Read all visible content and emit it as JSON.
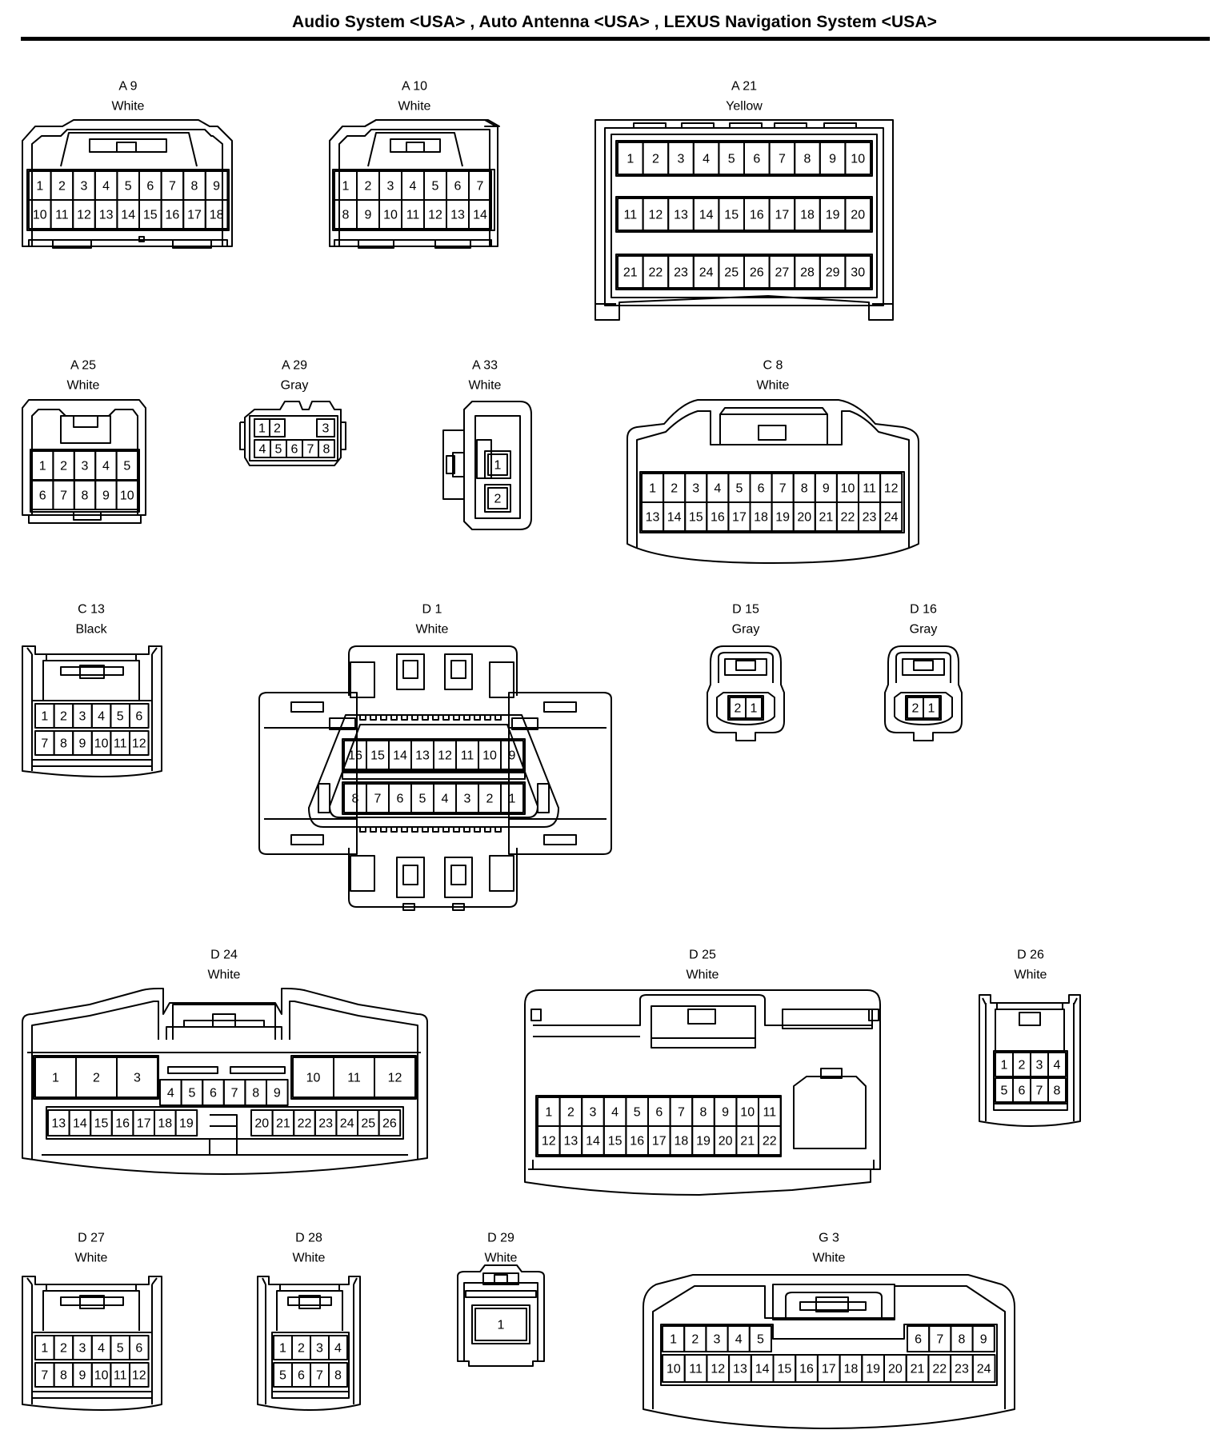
{
  "header": {
    "title": "Audio System <USA> , Auto Antenna <USA> , LEXUS Navigation System <USA>"
  },
  "connectors": {
    "A9": {
      "id": "A 9",
      "color": "White",
      "rows": [
        [
          "1",
          "2",
          "3",
          "4",
          "5",
          "6",
          "7",
          "8",
          "9"
        ],
        [
          "10",
          "11",
          "12",
          "13",
          "14",
          "15",
          "16",
          "17",
          "18"
        ]
      ]
    },
    "A10": {
      "id": "A 10",
      "color": "White",
      "rows": [
        [
          "1",
          "2",
          "3",
          "4",
          "5",
          "6",
          "7"
        ],
        [
          "8",
          "9",
          "10",
          "11",
          "12",
          "13",
          "14"
        ]
      ]
    },
    "A21": {
      "id": "A 21",
      "color": "Yellow",
      "rows": [
        [
          "1",
          "2",
          "3",
          "4",
          "5",
          "6",
          "7",
          "8",
          "9",
          "10"
        ],
        [
          "11",
          "12",
          "13",
          "14",
          "15",
          "16",
          "17",
          "18",
          "19",
          "20"
        ],
        [
          "21",
          "22",
          "23",
          "24",
          "25",
          "26",
          "27",
          "28",
          "29",
          "30"
        ]
      ]
    },
    "A25": {
      "id": "A 25",
      "color": "White",
      "rows": [
        [
          "1",
          "2",
          "3",
          "4",
          "5"
        ],
        [
          "6",
          "7",
          "8",
          "9",
          "10"
        ]
      ]
    },
    "A29": {
      "id": "A 29",
      "color": "Gray",
      "rows": [
        [
          "1",
          "2",
          "3"
        ],
        [
          "4",
          "5",
          "6",
          "7",
          "8"
        ]
      ]
    },
    "A33": {
      "id": "A 33",
      "color": "White",
      "rows": [
        [
          "1"
        ],
        [
          "2"
        ]
      ]
    },
    "C8": {
      "id": "C 8",
      "color": "White",
      "rows": [
        [
          "1",
          "2",
          "3",
          "4",
          "5",
          "6",
          "7",
          "8",
          "9",
          "10",
          "11",
          "12"
        ],
        [
          "13",
          "14",
          "15",
          "16",
          "17",
          "18",
          "19",
          "20",
          "21",
          "22",
          "23",
          "24"
        ]
      ]
    },
    "C13": {
      "id": "C 13",
      "color": "Black",
      "rows": [
        [
          "1",
          "2",
          "3",
          "4",
          "5",
          "6"
        ],
        [
          "7",
          "8",
          "9",
          "10",
          "11",
          "12"
        ]
      ]
    },
    "D1": {
      "id": "D 1",
      "color": "White",
      "rows": [
        [
          "16",
          "15",
          "14",
          "13",
          "12",
          "11",
          "10",
          "9"
        ],
        [
          "8",
          "7",
          "6",
          "5",
          "4",
          "3",
          "2",
          "1"
        ]
      ]
    },
    "D15": {
      "id": "D 15",
      "color": "Gray",
      "rows": [
        [
          "2",
          "1"
        ]
      ]
    },
    "D16": {
      "id": "D 16",
      "color": "Gray",
      "rows": [
        [
          "2",
          "1"
        ]
      ]
    },
    "D24": {
      "id": "D 24",
      "color": "White",
      "rows": [
        [
          "1",
          "2",
          "3",
          "10",
          "11",
          "12"
        ],
        [
          "4",
          "5",
          "6",
          "7",
          "8",
          "9"
        ],
        [
          "13",
          "14",
          "15",
          "16",
          "17",
          "18",
          "19",
          "20",
          "21",
          "22",
          "23",
          "24",
          "25",
          "26"
        ]
      ]
    },
    "D25": {
      "id": "D 25",
      "color": "White",
      "rows": [
        [
          "1",
          "2",
          "3",
          "4",
          "5",
          "6",
          "7",
          "8",
          "9",
          "10",
          "11"
        ],
        [
          "12",
          "13",
          "14",
          "15",
          "16",
          "17",
          "18",
          "19",
          "20",
          "21",
          "22"
        ]
      ]
    },
    "D26": {
      "id": "D 26",
      "color": "White",
      "rows": [
        [
          "1",
          "2",
          "3",
          "4"
        ],
        [
          "5",
          "6",
          "7",
          "8"
        ]
      ]
    },
    "D27": {
      "id": "D 27",
      "color": "White",
      "rows": [
        [
          "1",
          "2",
          "3",
          "4",
          "5",
          "6"
        ],
        [
          "7",
          "8",
          "9",
          "10",
          "11",
          "12"
        ]
      ]
    },
    "D28": {
      "id": "D 28",
      "color": "White",
      "rows": [
        [
          "1",
          "2",
          "3",
          "4"
        ],
        [
          "5",
          "6",
          "7",
          "8"
        ]
      ]
    },
    "D29": {
      "id": "D 29",
      "color": "White",
      "rows": [
        [
          "1"
        ]
      ]
    },
    "G3": {
      "id": "G 3",
      "color": "White",
      "rows": [
        [
          "1",
          "2",
          "3",
          "4",
          "5",
          "6",
          "7",
          "8",
          "9"
        ],
        [
          "10",
          "11",
          "12",
          "13",
          "14",
          "15",
          "16",
          "17",
          "18",
          "19",
          "20",
          "21",
          "22",
          "23",
          "24"
        ]
      ]
    }
  }
}
